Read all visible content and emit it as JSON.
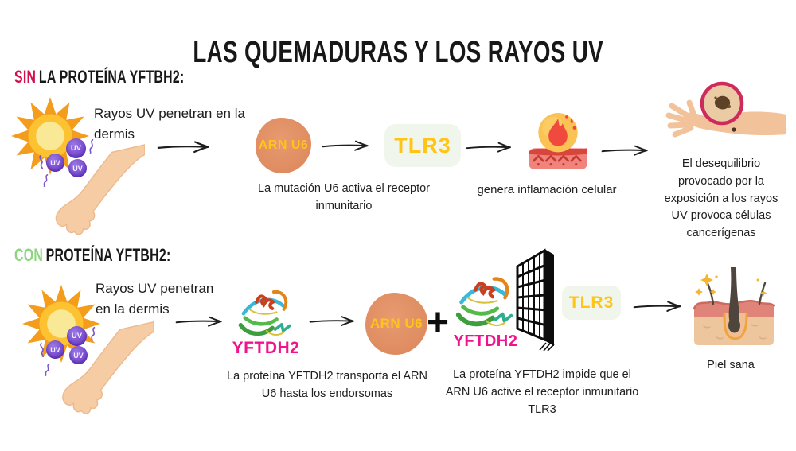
{
  "title": "LAS QUEMADURAS Y LOS RAYOS UV",
  "uv_badge": "UV",
  "colors": {
    "sin_accent": "#d2104c",
    "con_accent": "#8cd47e",
    "protein_magenta": "#f0148c",
    "label_yellow": "#ffc415",
    "arn_blob_orange": "#e08e63",
    "tlr3_badge_bg": "#f0f6eb",
    "uv_purple": "#6d3fc9",
    "text_black": "#171717"
  },
  "row1": {
    "label_prefix": "SIN",
    "label_rest": "LA PROTEÍNA YFTBH2:",
    "intro_lines": [
      "Rayos UV penetran en la",
      "dermis"
    ],
    "arn_label": "ARN U6",
    "arn_caption_lines": [
      "La mutación U6 activa el receptor",
      "inmunitario"
    ],
    "tlr3_label": "TLR3",
    "inflammation_caption": "genera inflamación celular",
    "result_caption_lines": [
      "El desequilibrio",
      "provocado por la",
      "exposición a los rayos",
      "UV provoca células",
      "cancerígenas"
    ]
  },
  "row2": {
    "label_prefix": "CON",
    "label_rest": "PROTEÍNA YFTBH2:",
    "intro_lines": [
      "Rayos UV penetran",
      "en la dermis"
    ],
    "protein1_label": "YFTDH2",
    "transport_caption_lines": [
      "La proteína YFTDH2 transporta el ARN",
      "U6 hasta los endorsomas"
    ],
    "arn_label": "ARN U6",
    "plus": "+",
    "protein2_label": "YFTDH2",
    "block_caption_lines": [
      "La proteína YFTDH2  impide que el",
      "ARN U6 active el receptor inmunitario",
      "TLR3"
    ],
    "tlr3_label": "TLR3",
    "healthy_caption": "Piel sana"
  }
}
